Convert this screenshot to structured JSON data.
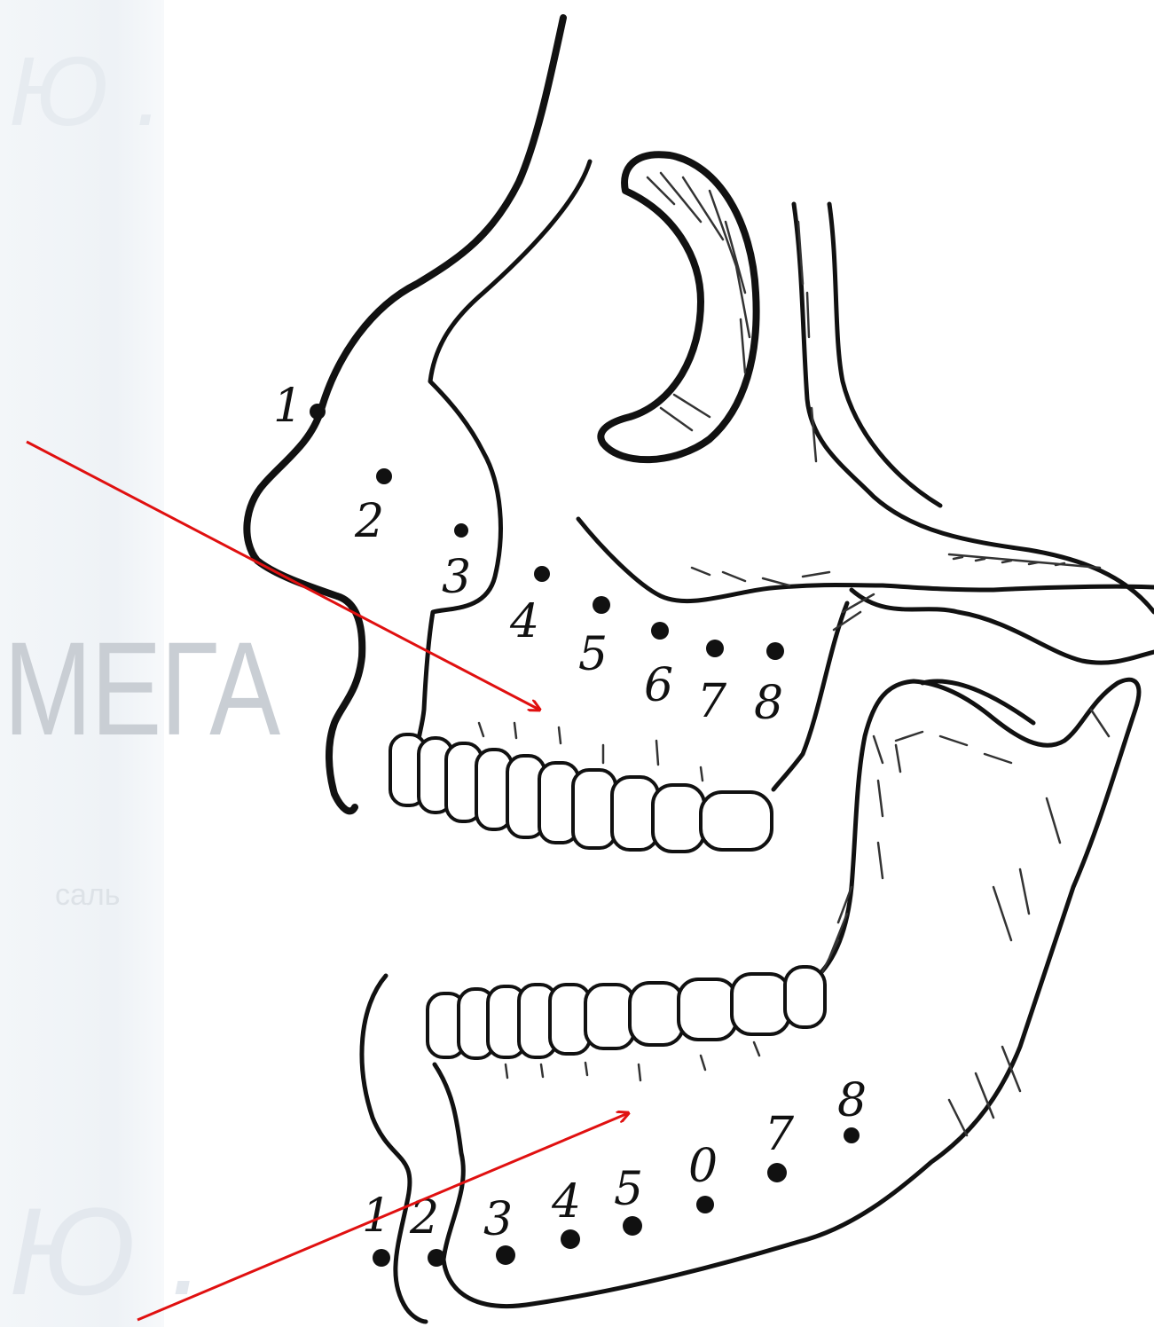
{
  "watermark": {
    "top": "Ю .",
    "middle": "МЕГА",
    "small": "саль",
    "bottom": "Ю ."
  },
  "colors": {
    "line": "#111111",
    "arrow": "#e01010",
    "watermark_strip": "#eef2f6"
  },
  "upper_labels": [
    "1",
    "2",
    "3",
    "4",
    "5",
    "6",
    "7",
    "8"
  ],
  "lower_labels": [
    "1",
    "2",
    "3",
    "4",
    "5",
    "0",
    "7",
    "8"
  ]
}
